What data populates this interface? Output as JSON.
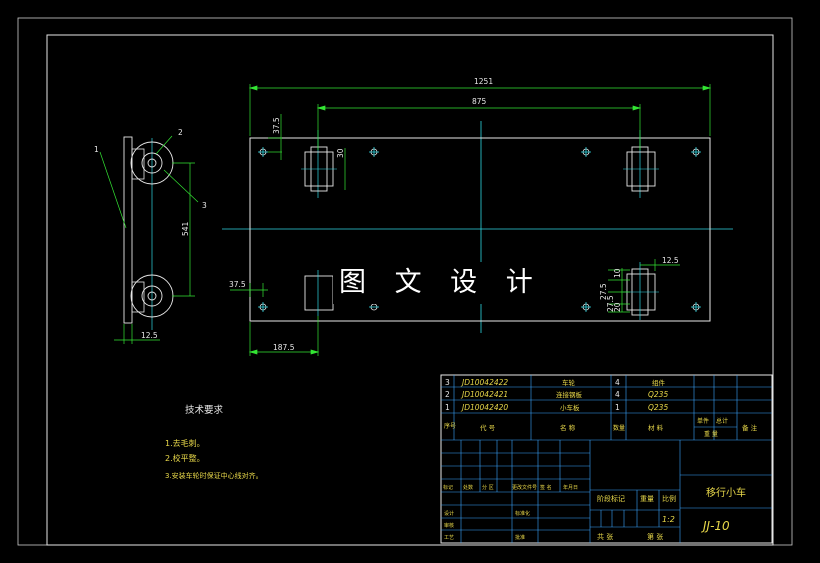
{
  "watermark": "图 文 设 计",
  "dimensions": {
    "overall_width": "1251",
    "wheel_spacing": "875",
    "left_top_offset": "37.5",
    "wheel_block_height": "30",
    "left_offset_lower": "37.5",
    "bottom_offset": "187.5",
    "right_small": "12.5",
    "right_v1": "10",
    "right_v2": "27.5",
    "right_v3": "27.5",
    "right_v4": "20",
    "side_height": "541",
    "side_bottom": "12.5"
  },
  "side_view_balloons": [
    "1",
    "2",
    "3"
  ],
  "tech_requirements": {
    "title": "技术要求",
    "items": [
      "1.去毛刺。",
      "2.校平整。",
      "3.安装车轮时保证中心线对齐。"
    ]
  },
  "title_block": {
    "parts": [
      {
        "no": "3",
        "code": "JD10042422",
        "name": "车轮",
        "qty": "4",
        "material": "组件"
      },
      {
        "no": "2",
        "code": "JD10042421",
        "name": "连接钢板",
        "qty": "4",
        "material": "Q235"
      },
      {
        "no": "1",
        "code": "JD10042420",
        "name": "小车板",
        "qty": "1",
        "material": "Q235"
      }
    ],
    "header": {
      "seq": "序号",
      "code": "代 号",
      "name": "名 称",
      "qty": "数量",
      "material": "材 料",
      "unit": "单件",
      "total": "总计",
      "weight": "重 量",
      "remark": "备 注"
    },
    "revision_row": [
      "标记",
      "处数",
      "分 区",
      "更改文件号",
      "签 名",
      "年月日"
    ],
    "sign_rows": [
      "设计",
      "审核",
      "工艺"
    ],
    "std_label": "标准化",
    "approve_label": "批准",
    "stage_label": "阶段标记",
    "weight_label": "重量",
    "scale_label": "比例",
    "scale_value": "1:2",
    "sheet_label": "共 张",
    "sheet_of_label": "第 张",
    "drawing_title": "移行小车",
    "drawing_number": "JJ-10"
  }
}
